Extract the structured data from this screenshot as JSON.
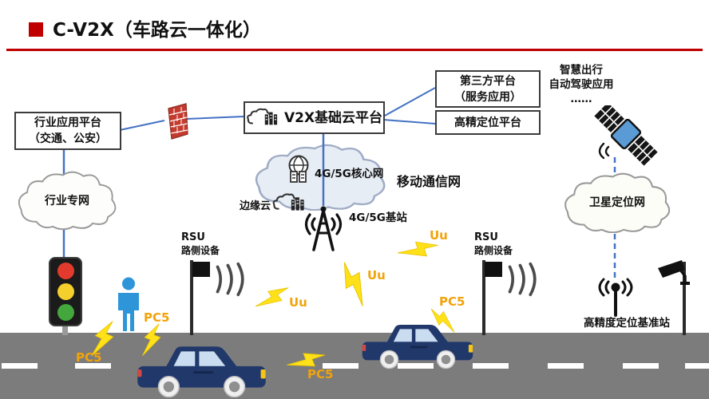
{
  "title": {
    "text": "C-V2X（车路云一体化）"
  },
  "boxes": {
    "industry_platform": {
      "line1": "行业应用平台",
      "line2": "（交通、公安）"
    },
    "v2x_cloud_platform": {
      "label": "V2X基础云平台"
    },
    "third_party_platform": {
      "line1": "第三方平台",
      "line2": "（服务应用）"
    },
    "high_precision_platform": {
      "label": "高精定位平台"
    }
  },
  "annotations": {
    "smart_travel_line1": "智慧出行",
    "smart_travel_line2": "自动驾驶应用",
    "smart_travel_line3": "……",
    "mobile_network": "移动通信网",
    "core_network": "4G/5G核心网",
    "edge_cloud": "边缘云",
    "base_station_4g5g": "4G/5G基站",
    "industry_private_network": "行业专网",
    "satellite_positioning_network": "卫星定位网",
    "gnss_base_station": "高精度定位基准站",
    "rsu_title": "RSU",
    "rsu_subtitle": "路侧设备"
  },
  "links": {
    "uu": "Uu",
    "pc5": "PC5"
  },
  "colors": {
    "accent_red": "#C00000",
    "connector_blue": "#4472C4",
    "road_gray": "#7C7C7C",
    "car_navy": "#21386B",
    "bolt_yellow": "#FFE11A",
    "link_label_orange": "#F2A30A",
    "pedestrian_blue": "#2E96D8",
    "satellite_blue": "#5B9BD5"
  }
}
